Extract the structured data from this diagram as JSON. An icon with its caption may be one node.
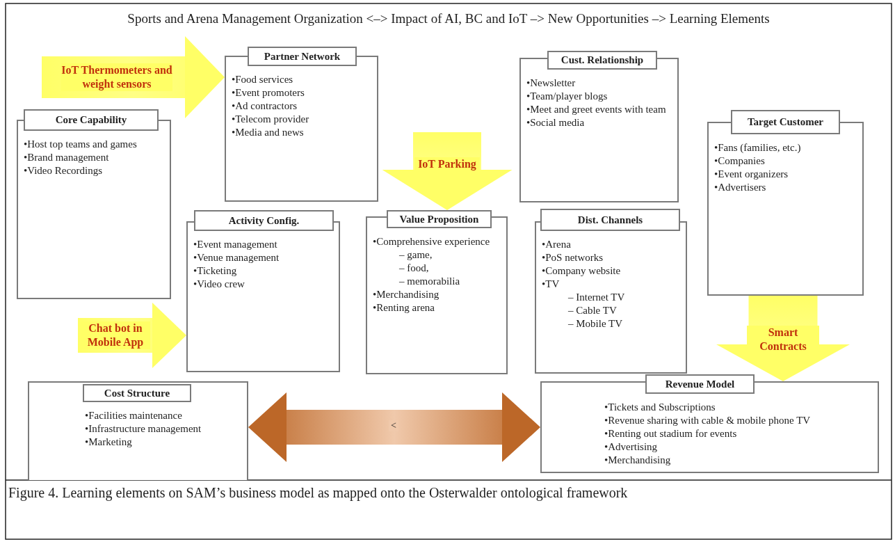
{
  "diagram": {
    "title": "Sports and Arena Management Organization <–> Impact of AI, BC and IoT –> New Opportunities –> Learning Elements",
    "caption": "Figure 4. Learning elements on SAM’s business model as mapped onto the Osterwalder ontological framework",
    "nodes": [
      {
        "text": [
          "Partner Network",
          "•Food services",
          "•Event promoters",
          "•Ad contractors",
          "•Telecom provider",
          "•Media and news"
        ]
      },
      {
        "text": [
          "Cust. Relationship",
          "•Newsletter",
          "•Team/player blogs",
          "•Meet and greet events with team",
          "•Social media"
        ]
      },
      {
        "text": [
          "Core Capability",
          "•Host top teams and games",
          "•Brand management",
          "•Video Recordings"
        ]
      },
      {
        "text": [
          "Target Customer",
          "•Fans (families, etc.)",
          "•Companies",
          "•Event organizers",
          "•Advertisers"
        ]
      },
      {
        "text": [
          "Activity Config.",
          "•Event management",
          "•Venue management",
          "•Ticketing",
          "•Video crew"
        ]
      },
      {
        "text": [
          "Value Proposition",
          "•Comprehensive experience",
          "– game,",
          "– food,",
          "– memorabilia",
          "•Merchandising",
          "•Renting arena"
        ]
      },
      {
        "text": [
          "Dist. Channels",
          "•Arena",
          "•PoS networks",
          "•Company website",
          "•TV",
          "– Internet TV",
          "– Cable TV",
          "– Mobile TV"
        ]
      },
      {
        "text": [
          "Cost Structure",
          "•Facilities maintenance",
          "•Infrastructure management",
          "•Marketing"
        ]
      },
      {
        "text": [
          "Revenue Model",
          "•Tickets and Subscriptions",
          "•Revenue sharing with cable & mobile phone TV",
          "•Renting out stadium for events",
          "•Advertising",
          "•Merchandising"
        ]
      }
    ],
    "edges": [
      {
        "from": null,
        "to": 0,
        "arrow": "to",
        "label": "IoT Thermometers and weight sensors",
        "style": "thick",
        "color": "#ffff66"
      },
      {
        "from": null,
        "to": 5,
        "arrow": "to",
        "label": "IoT Parking",
        "style": "thick",
        "color": "#ffff66"
      },
      {
        "from": null,
        "to": 4,
        "arrow": "to",
        "label": "Chat bot in Mobile App",
        "style": "thick",
        "color": "#ffff66"
      },
      {
        "from": 3,
        "to": 8,
        "arrow": "to",
        "label": "Smart Contracts",
        "style": "thick",
        "color": "#ffff66"
      },
      {
        "from": 7,
        "to": 8,
        "arrow": "both",
        "label": "<",
        "style": "thick",
        "color": "#d9772e"
      }
    ]
  }
}
